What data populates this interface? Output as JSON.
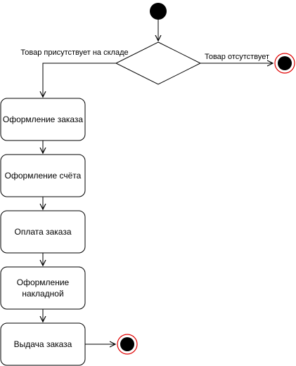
{
  "diagram": {
    "decision": {
      "left_label": "Товар присутствует на складе",
      "right_label": "Товар отсутствует"
    },
    "activities": [
      {
        "lines": [
          "Оформление заказа"
        ]
      },
      {
        "lines": [
          "Оформление счёта"
        ]
      },
      {
        "lines": [
          "Оплата заказа"
        ]
      },
      {
        "lines": [
          "Оформление",
          "накладной"
        ]
      },
      {
        "lines": [
          "Выдача заказа"
        ]
      }
    ]
  }
}
